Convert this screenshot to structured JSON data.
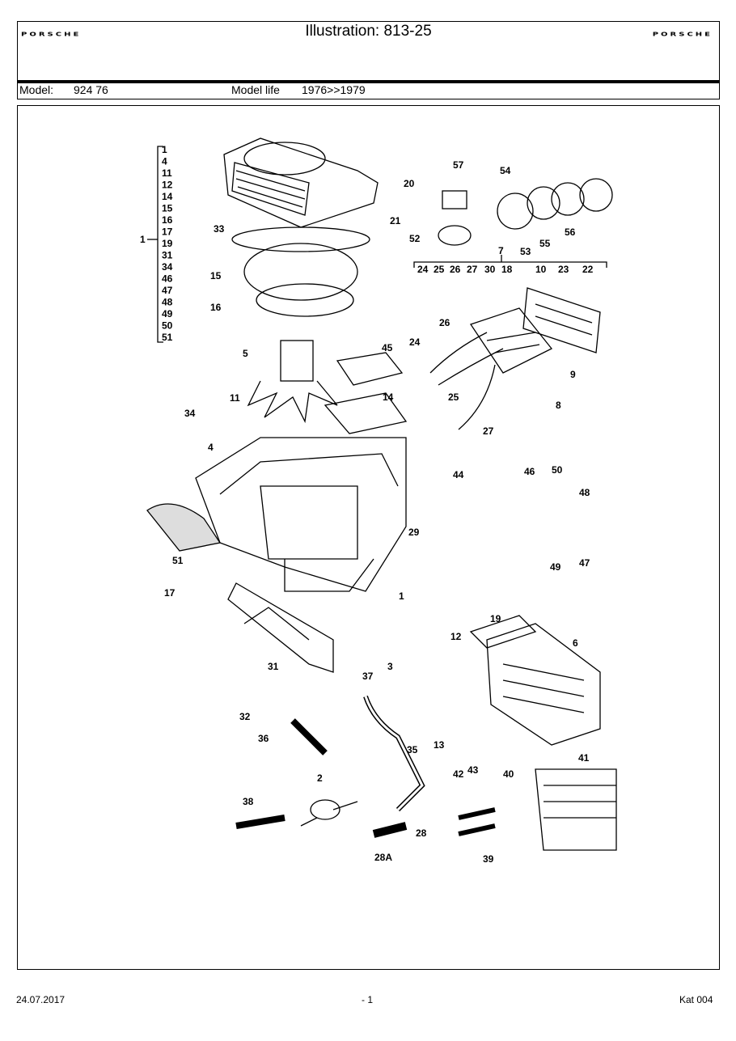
{
  "header": {
    "logo_left": "PORSCHE",
    "logo_right": "PORSCHE",
    "title": "Illustration: 813-25"
  },
  "model_bar": {
    "model_label": "Model:",
    "model_value": "924 76",
    "life_label": "Model life",
    "life_value": "1976>>1979"
  },
  "illustration": {
    "group1_list": [
      "1",
      "4",
      "11",
      "12",
      "14",
      "15",
      "16",
      "17",
      "19",
      "31",
      "34",
      "46",
      "47",
      "48",
      "49",
      "50",
      "51"
    ],
    "group1_label": "1",
    "group7_label": "7",
    "group7_list": [
      "24",
      "25",
      "26",
      "27",
      "30",
      "18",
      "10",
      "23",
      "22"
    ],
    "callouts": [
      "20",
      "21",
      "33",
      "15",
      "16",
      "5",
      "45",
      "24",
      "26",
      "25",
      "14",
      "11",
      "34",
      "4",
      "44",
      "46",
      "50",
      "48",
      "29",
      "27",
      "8",
      "9",
      "57",
      "54",
      "52",
      "53",
      "55",
      "56",
      "51",
      "17",
      "1",
      "19",
      "12",
      "6",
      "31",
      "37",
      "3",
      "32",
      "36",
      "35",
      "13",
      "2",
      "42",
      "43",
      "40",
      "41",
      "38",
      "28",
      "28A",
      "39",
      "47",
      "49"
    ]
  },
  "footer": {
    "date": "24.07.2017",
    "page": "- 1",
    "catalog": "Kat 004"
  }
}
